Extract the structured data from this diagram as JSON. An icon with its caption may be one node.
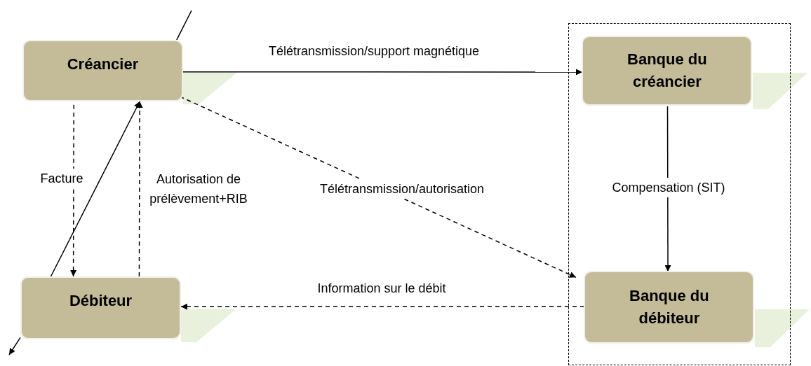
{
  "diagram": {
    "nodes": [
      {
        "text": [
          "Créancier"
        ]
      },
      {
        "text": [],
        "shape": "box"
      },
      {
        "text": [
          "Banque du créancier"
        ],
        "in": 1
      },
      {
        "text": [
          "Débiteur"
        ]
      },
      {
        "text": [
          "Banque du débiteur"
        ],
        "in": 1
      }
    ],
    "edges": [
      {
        "from": 0,
        "to": 2,
        "arrow": "to",
        "label": "Télétransmission/support magnétique"
      },
      {
        "from": 0,
        "to": 4,
        "arrow": "to",
        "label": "Télétransmission/autorisation",
        "style": "dashed"
      },
      {
        "from": 2,
        "to": 4,
        "arrow": "to",
        "label": "Compensation (SIT)"
      },
      {
        "from": 4,
        "to": 3,
        "arrow": "to",
        "label": "Information sur le débit",
        "style": "dashed"
      },
      {
        "from": 0,
        "to": 3,
        "arrow": "to",
        "label": "Facture",
        "style": "dashed"
      },
      {
        "from": 3,
        "to": 0,
        "arrow": "to",
        "label": "Autorisation de prélèvement+RIB",
        "style": "dashed"
      },
      {
        "from": 3,
        "to": 0,
        "arrow": "to"
      },
      {
        "from": null,
        "to": 0,
        "arrow": "none"
      },
      {
        "from": 3,
        "to": null,
        "arrow": "to"
      }
    ]
  }
}
